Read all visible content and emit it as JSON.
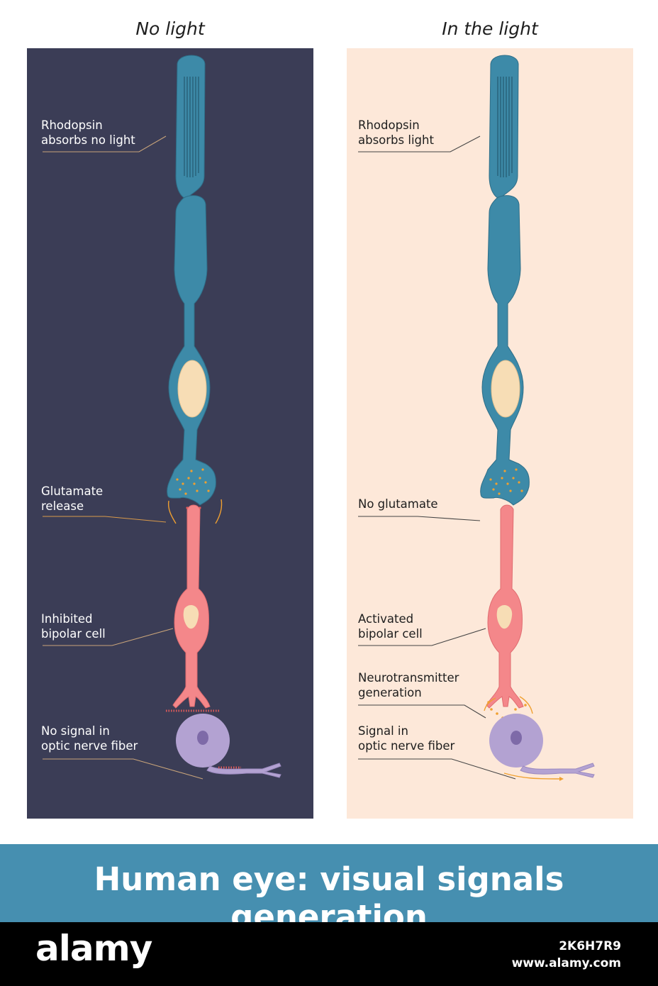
{
  "panels": {
    "left": {
      "title": "No light",
      "labels": {
        "rhodopsin": "Rhodopsin\nabsorbs no light",
        "glutamate": "Glutamate\nrelease",
        "bipolar": "Inhibited\nbipolar cell",
        "signal": "No signal in\noptic nerve fiber"
      }
    },
    "right": {
      "title": "In the light",
      "labels": {
        "rhodopsin": "Rhodopsin\nabsorbs light",
        "glutamate": "No glutamate",
        "bipolar": "Activated\nbipolar cell",
        "neurotransmitter": "Neurotransmitter\ngeneration",
        "signal": "Signal in\noptic nerve fiber"
      }
    }
  },
  "title": "Human eye: visual signals generation",
  "footer": {
    "brand": "alamy",
    "image_id": "2K6H7R9",
    "site": "www.alamy.com"
  },
  "colors": {
    "dark_panel": "#3b3d56",
    "light_panel": "#fde8d9",
    "rod_cell": "#3d8aa8",
    "nucleus": "#f7ddb5",
    "bipolar_cell": "#f4878a",
    "ganglion_cell": "#b3a2d2",
    "signal_arrow": "#f0a030",
    "banner": "#468fb0"
  }
}
